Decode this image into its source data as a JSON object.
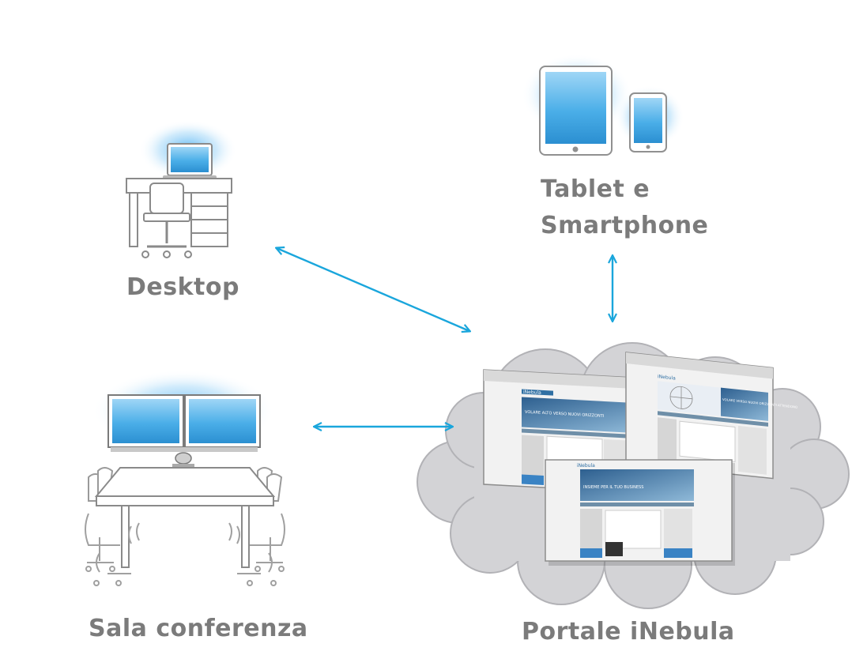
{
  "nodes": {
    "desktop": {
      "label": "Desktop"
    },
    "mobile": {
      "line1": "Tablet e",
      "line2": "Smartphone"
    },
    "conference": {
      "label": "Sala conferenza"
    },
    "portal": {
      "label": "Portale iNebula"
    }
  },
  "colors": {
    "arrow": "#1aa6dc",
    "glow": "#3aa9f2",
    "screen": "#5db7ea",
    "cloud": "#d3d3d6",
    "furniture": "#9a9a9a",
    "text": "#7b7b7b"
  },
  "portal_screens": {
    "left": {
      "logo": "iNebula",
      "banner": "VOLARE ALTO VERSO NUOVI ORIZZONTI"
    },
    "right": {
      "logo": "iNebula",
      "banner": "VOLARE VERSO NUOVI ORIZZONTI ATTENDONO"
    },
    "front": {
      "logo": "iNebula",
      "banner": "INSIEME PER IL TUO BUSINESS"
    }
  }
}
